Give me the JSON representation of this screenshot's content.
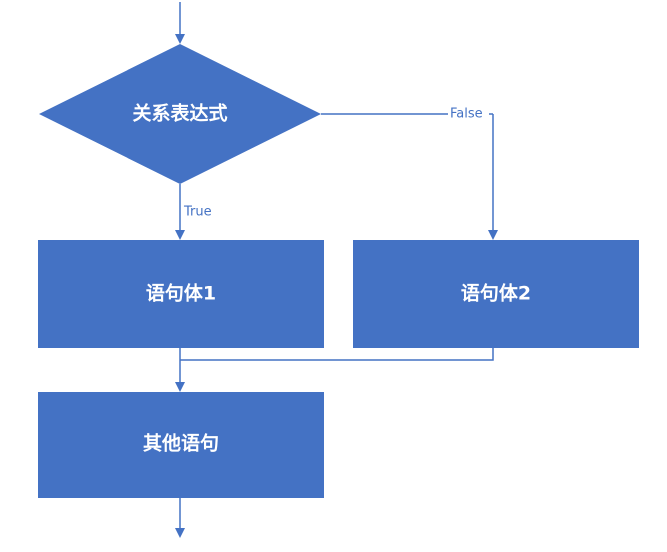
{
  "colors": {
    "shape_fill": "#4472c4",
    "connector": "#4472c4",
    "node_text": "#ffffff",
    "edge_label": "#4472c4",
    "background": "#ffffff"
  },
  "nodes": {
    "condition": {
      "shape": "diamond",
      "label": "关系表达式"
    },
    "statement_body_1": {
      "shape": "rectangle",
      "label": "语句体1"
    },
    "statement_body_2": {
      "shape": "rectangle",
      "label": "语句体2"
    },
    "other_statements": {
      "shape": "rectangle",
      "label": "其他语句"
    }
  },
  "edges": {
    "true_branch": {
      "from": "condition",
      "to": "statement_body_1",
      "label": "True"
    },
    "false_branch": {
      "from": "condition",
      "to": "statement_body_2",
      "label": "False"
    },
    "body1_to_other": {
      "from": "statement_body_1",
      "to": "other_statements",
      "label": ""
    },
    "body2_merge": {
      "from": "statement_body_2",
      "to": "other_statements",
      "label": ""
    }
  }
}
